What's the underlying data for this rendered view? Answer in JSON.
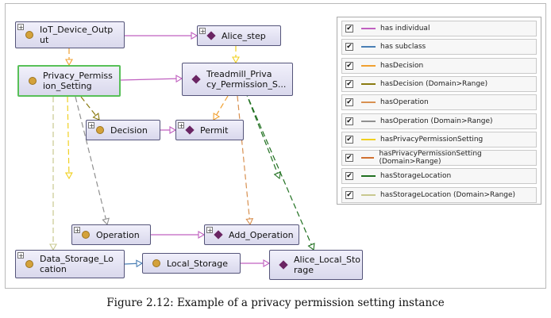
{
  "nodes": [
    {
      "key": "iot",
      "label": "IoT_Device_Outp\nut",
      "icon": "circle",
      "plus": true
    },
    {
      "key": "alice_step",
      "label": "Alice_step",
      "icon": "diamond",
      "plus": true
    },
    {
      "key": "privacy",
      "label": "Privacy_Permiss\nion_Setting",
      "icon": "circle",
      "plus": false
    },
    {
      "key": "treadmill",
      "label": "Treadmill_Priva\ncy_Permission_S...",
      "icon": "diamond",
      "plus": false
    },
    {
      "key": "decision",
      "label": "Decision",
      "icon": "circle",
      "plus": true
    },
    {
      "key": "permit",
      "label": "Permit",
      "icon": "diamond",
      "plus": true
    },
    {
      "key": "operation",
      "label": "Operation",
      "icon": "circle",
      "plus": true
    },
    {
      "key": "add_operation",
      "label": "Add_Operation",
      "icon": "diamond",
      "plus": true
    },
    {
      "key": "data_storage",
      "label": "Data_Storage_Lo\ncation",
      "icon": "circle",
      "plus": true
    },
    {
      "key": "local_storage",
      "label": "Local_Storage",
      "icon": "circle",
      "plus": false
    },
    {
      "key": "alice_local",
      "label": "Alice_Local_Sto\nrage",
      "icon": "diamond",
      "plus": false
    }
  ],
  "legend": [
    {
      "label": "has individual",
      "color": "#c060c0",
      "checked": "✔"
    },
    {
      "label": "has subclass",
      "color": "#4a7fb5",
      "checked": "✔"
    },
    {
      "label": "hasDecision",
      "color": "#f0a030",
      "checked": "✔"
    },
    {
      "label": "hasDecision (Domain>Range)",
      "color": "#8a7a10",
      "checked": "✔"
    },
    {
      "label": "hasOperation",
      "color": "#d89050",
      "checked": "✔"
    },
    {
      "label": "hasOperation (Domain>Range)",
      "color": "#909090",
      "checked": "✔"
    },
    {
      "label": "hasPrivacyPermissionSetting",
      "color": "#f0d020",
      "checked": "✔"
    },
    {
      "label": "hasPrivacyPermissionSetting (Domain>Range)",
      "color": "#d07030",
      "checked": "✔"
    },
    {
      "label": "hasStorageLocation",
      "color": "#207020",
      "checked": "✔"
    },
    {
      "label": "hasStorageLocation (Domain>Range)",
      "color": "#c8c890",
      "checked": "✔"
    }
  ],
  "edge_colors": {
    "individual": "#c060c0",
    "subclass": "#4a7fb5",
    "hasDecision": "#f0a030",
    "hasDecisionDR": "#8a7a10",
    "hasOperation": "#d89050",
    "hasOperationDR": "#909090",
    "hasPPS": "#f0d020",
    "hasPPSDR": "#d07030",
    "hasStorage": "#207020",
    "hasStorageDR": "#c8c890"
  },
  "caption": "Figure 2.12: Example of a privacy permission setting instance"
}
